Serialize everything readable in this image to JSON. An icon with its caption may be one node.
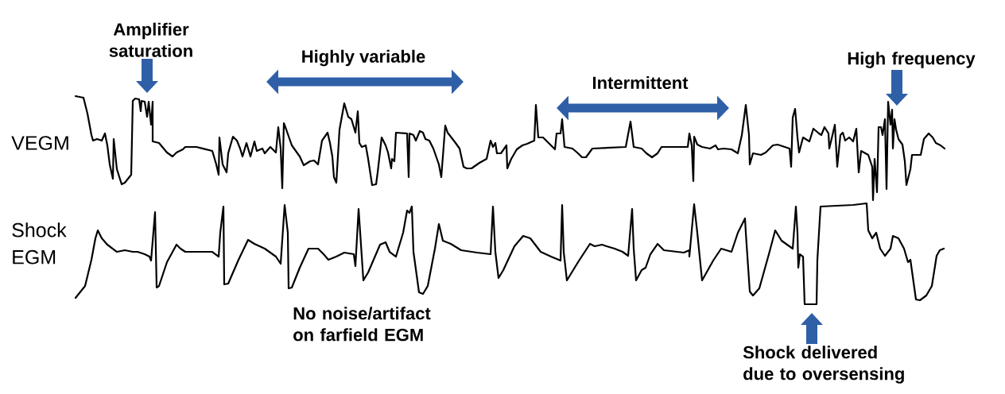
{
  "diagram": {
    "nodes": [
      {
        "text": [
          "Amplifier saturation"
        ]
      },
      {
        "text": [
          "High frequency"
        ]
      },
      {
        "text": [
          "Shock delivered due to oversensing"
        ]
      }
    ],
    "edges": [
      {
        "from": 0,
        "to": null,
        "arrow": "to"
      },
      {
        "from": 1,
        "to": null,
        "arrow": "to"
      },
      {
        "from": 2,
        "to": null,
        "arrow": "to"
      }
    ],
    "labels": [
      "Highly variable",
      "Intermittent",
      "VEGM",
      "Shock EGM",
      "No noise/artifact on farfield EGM"
    ]
  }
}
